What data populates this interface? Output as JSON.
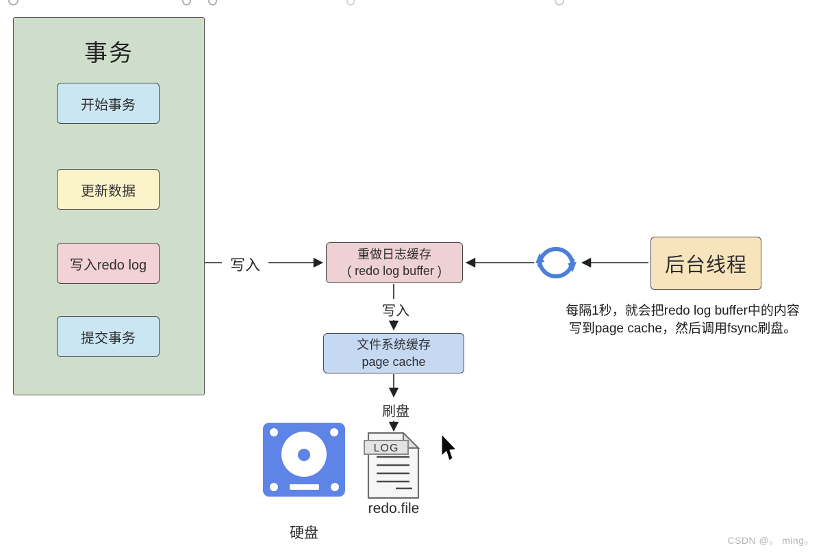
{
  "diagram": {
    "transaction_panel": {
      "title": "事务",
      "steps": [
        {
          "label": "开始事务"
        },
        {
          "label": "更新数据"
        },
        {
          "label": "写入redo log"
        },
        {
          "label": "提交事务"
        }
      ]
    },
    "redo_log_buffer": {
      "title": "重做日志缓存",
      "subtitle": "( redo log buffer )"
    },
    "page_cache": {
      "title": "文件系统缓存",
      "subtitle": "page cache"
    },
    "background_thread": {
      "label": "后台线程"
    },
    "note": {
      "line1": "每隔1秒，就会把redo log buffer中的内容",
      "line2": "写到page cache，然后调用fsync刷盘。"
    },
    "edge_labels": {
      "write_to_buffer": "写入",
      "write_to_cache": "写入",
      "flush": "刷盘"
    },
    "hard_disk": {
      "label": "硬盘"
    },
    "log_file": {
      "badge": "LOG",
      "label": "redo.file"
    },
    "watermark": "CSDN @。 ming。"
  },
  "colors": {
    "panel_green": "#cfdeca",
    "step_blue": "#cbe6f3",
    "step_yellow": "#fbf3c9",
    "step_pink": "#f2d2d4",
    "buffer_pink": "#eed1d4",
    "cache_blue": "#c5d9f3",
    "thread_tan": "#f7e4bc",
    "loop_icon_blue": "#4d7fd8",
    "disk_icon_blue": "#5d84e6",
    "arrow": "#222222",
    "watermark_gray": "#b3b3b3"
  },
  "icons": [
    "sync-loop-icon",
    "hard-disk-icon",
    "log-file-icon",
    "mouse-cursor-icon"
  ]
}
